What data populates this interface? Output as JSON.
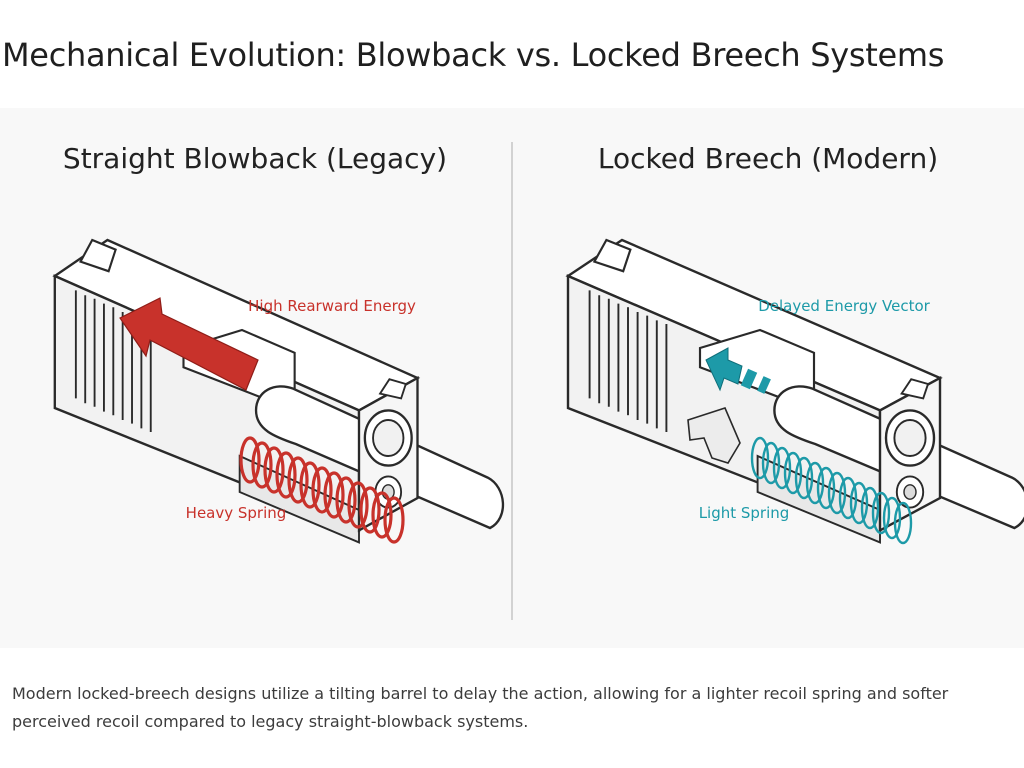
{
  "title": "Mechanical Evolution: Blowback vs. Locked Breech Systems",
  "panels": {
    "left": {
      "heading": "Straight Blowback (Legacy)",
      "energy_label": "High Rearward Energy",
      "spring_label": "Heavy Spring",
      "accent": "#c8322b"
    },
    "right": {
      "heading": "Locked Breech (Modern)",
      "energy_label": "Delayed Energy Vector",
      "spring_label": "Light Spring",
      "accent": "#1d9aa8"
    }
  },
  "caption": "Modern locked-breech designs utilize a tilting barrel to delay the action, allowing for a lighter recoil spring and softer perceived recoil compared to legacy straight-blowback systems."
}
